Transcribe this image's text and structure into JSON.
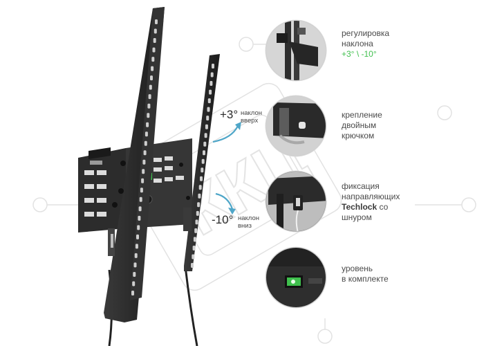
{
  "watermark": "ККЦ",
  "tilt": {
    "up": {
      "value": "+3°",
      "note_line1": "наклон",
      "note_line2": "вверх"
    },
    "down": {
      "value": "-10°",
      "note_line1": "наклон",
      "note_line2": "вниз"
    }
  },
  "features": [
    {
      "lines": [
        "регулировка",
        "наклона"
      ],
      "highlight": "+3° \\ -10°",
      "icon": "tilt-adjust-closeup"
    },
    {
      "lines": [
        "крепление",
        "двойным",
        "крючком"
      ],
      "icon": "double-hook-closeup"
    },
    {
      "lines": [
        "фиксация",
        "направляющих"
      ],
      "brand": "Techlock",
      "brand_suffix": " со",
      "last_line": "шнуром",
      "icon": "techlock-cord-closeup"
    },
    {
      "lines": [
        "уровень",
        "в комплекте"
      ],
      "icon": "bubble-level-closeup"
    }
  ],
  "colors": {
    "accent": "#3fbf4d",
    "arrow": "#4fa6c8",
    "bracket": "#2d2d2d",
    "circle_border": "#d9d9d9"
  }
}
